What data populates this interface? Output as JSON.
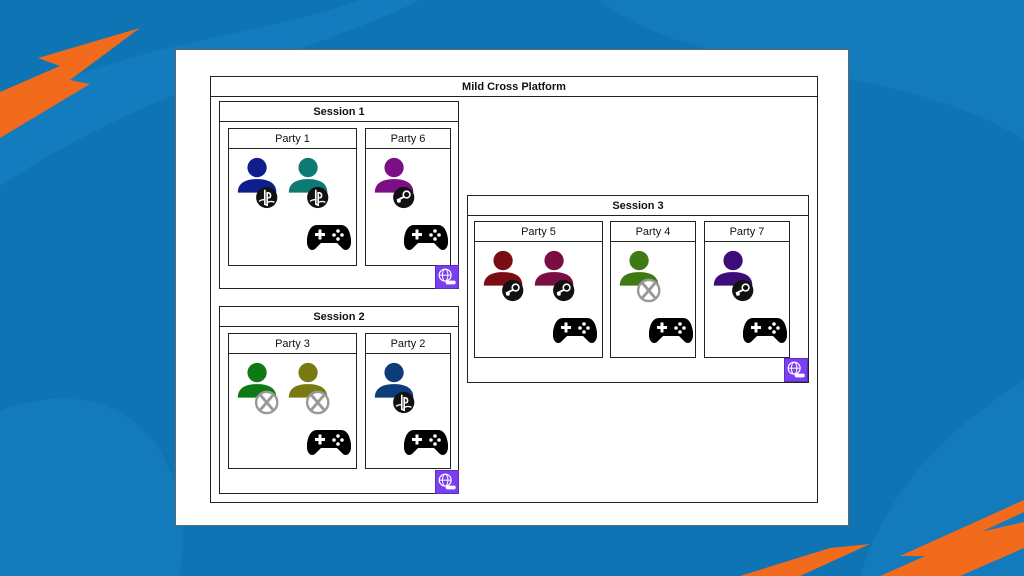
{
  "background": {
    "color": "#0f74b4",
    "accent": "#f26a1b"
  },
  "diagram": {
    "title": "Mild Cross Platform",
    "sessions": [
      {
        "name": "Session 1",
        "parties": [
          {
            "name": "Party 1",
            "players": [
              {
                "color": "#0e1e8c",
                "platform": "playstation"
              },
              {
                "color": "#0f7a73",
                "platform": "playstation"
              }
            ]
          },
          {
            "name": "Party 6",
            "players": [
              {
                "color": "#7a0f86",
                "platform": "steam"
              }
            ]
          }
        ]
      },
      {
        "name": "Session 2",
        "parties": [
          {
            "name": "Party 3",
            "players": [
              {
                "color": "#0f7a14",
                "platform": "xbox"
              },
              {
                "color": "#7a7a14",
                "platform": "xbox"
              }
            ]
          },
          {
            "name": "Party 2",
            "players": [
              {
                "color": "#0d3c7a",
                "platform": "playstation"
              }
            ]
          }
        ]
      },
      {
        "name": "Session 3",
        "parties": [
          {
            "name": "Party 5",
            "players": [
              {
                "color": "#7a0d14",
                "platform": "steam"
              },
              {
                "color": "#7a0d44",
                "platform": "steam"
              }
            ]
          },
          {
            "name": "Party 4",
            "players": [
              {
                "color": "#3f7a14",
                "platform": "xbox"
              }
            ]
          },
          {
            "name": "Party 7",
            "players": [
              {
                "color": "#3c0d7a",
                "platform": "steam"
              }
            ]
          }
        ]
      }
    ]
  }
}
